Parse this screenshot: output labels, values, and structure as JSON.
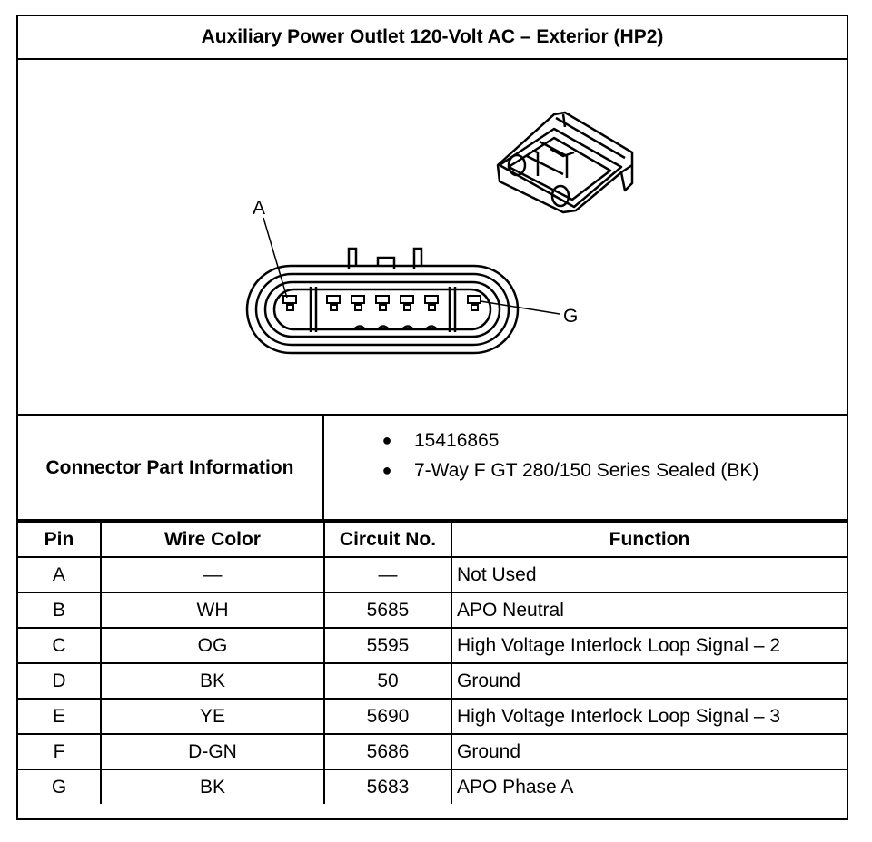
{
  "title": "Auxiliary Power Outlet 120-Volt AC – Exterior (HP2)",
  "drawing": {
    "callout_a": "A",
    "callout_g": "G"
  },
  "connector_info": {
    "label": "Connector Part Information",
    "items": [
      "15416865",
      "7-Way F GT 280/150 Series Sealed (BK)"
    ],
    "bullet": "●"
  },
  "table": {
    "headers": [
      "Pin",
      "Wire Color",
      "Circuit No.",
      "Function"
    ],
    "rows": [
      [
        "A",
        "—",
        "—",
        "Not Used"
      ],
      [
        "B",
        "WH",
        "5685",
        "APO Neutral"
      ],
      [
        "C",
        "OG",
        "5595",
        "High Voltage Interlock Loop Signal – 2"
      ],
      [
        "D",
        "BK",
        "50",
        "Ground"
      ],
      [
        "E",
        "YE",
        "5690",
        "High Voltage Interlock Loop Signal – 3"
      ],
      [
        "F",
        "D-GN",
        "5686",
        "Ground"
      ],
      [
        "G",
        "BK",
        "5683",
        "APO Phase A"
      ]
    ]
  }
}
